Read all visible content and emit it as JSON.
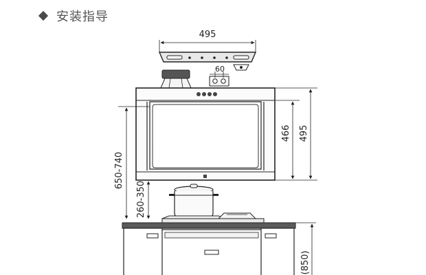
{
  "header": {
    "title": "安装指导"
  },
  "dimensions": {
    "bracket_width": "495",
    "bracket_spacing": "60",
    "hood_body_height": "466",
    "hood_total_height": "495",
    "hood_mount_height": "650-740",
    "pot_clearance": "260-350",
    "counter_height": "(850)"
  },
  "colors": {
    "line": "#2a2a2a",
    "fill_light": "#f2f2f2",
    "fill_dark": "#5a5a5a",
    "text": "#222222"
  }
}
